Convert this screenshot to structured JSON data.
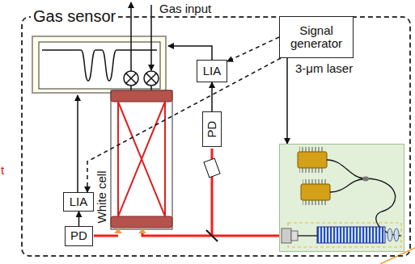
{
  "diagram": {
    "nodes": [
      {
        "text": [
          "Gas sensor"
        ]
      },
      {
        "text": [
          "Signal generator"
        ],
        "in": 0
      },
      {
        "text": [
          "LIA"
        ],
        "in": 0
      },
      {
        "text": [
          "PD"
        ],
        "in": 0
      },
      {
        "text": [
          "White cell"
        ],
        "in": 0
      },
      {
        "text": [
          "LIA"
        ],
        "in": 0
      },
      {
        "text": [
          "PD"
        ],
        "in": 0
      },
      {
        "text": [
          "3-μm laser"
        ],
        "in": 0
      }
    ],
    "edges": [
      {
        "from": 1,
        "to": 7,
        "arrow": "to"
      },
      {
        "from": 1,
        "to": 2,
        "arrow": "to"
      },
      {
        "from": 1,
        "to": 5,
        "arrow": "to"
      },
      {
        "from": 3,
        "to": 2,
        "arrow": "to"
      },
      {
        "from": 6,
        "to": 5,
        "arrow": "to"
      }
    ],
    "labels": [
      "Gas input",
      "t"
    ]
  }
}
